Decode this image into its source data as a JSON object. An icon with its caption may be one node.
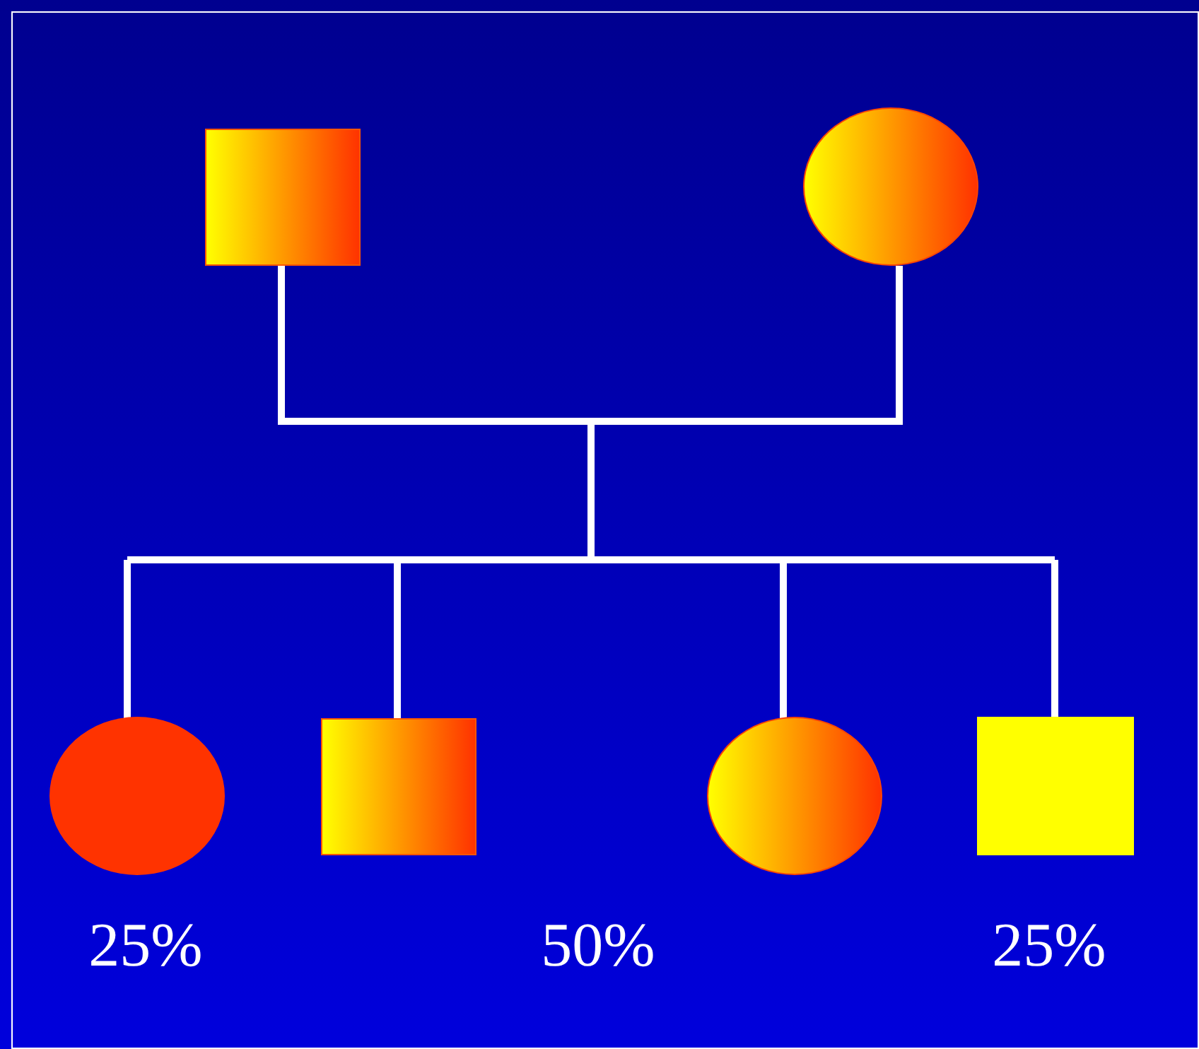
{
  "diagram": {
    "nodes": [
      {
        "text": [],
        "shape": "box"
      },
      {
        "text": [],
        "shape": "circle"
      },
      {
        "text": [],
        "shape": "circle"
      },
      {
        "text": [],
        "shape": "box"
      },
      {
        "text": [],
        "shape": "circle"
      },
      {
        "text": [],
        "shape": "box"
      }
    ],
    "edges": [
      {
        "from": 0,
        "to": 2,
        "arrow": "none"
      },
      {
        "from": 0,
        "to": 3,
        "arrow": "none"
      },
      {
        "from": 0,
        "to": 4,
        "arrow": "none"
      },
      {
        "from": 0,
        "to": 5,
        "arrow": "none"
      },
      {
        "from": 1,
        "to": 2,
        "arrow": "none"
      },
      {
        "from": 1,
        "to": 3,
        "arrow": "none"
      },
      {
        "from": 1,
        "to": 4,
        "arrow": "none"
      },
      {
        "from": 1,
        "to": 5,
        "arrow": "none"
      }
    ],
    "labels": [
      "25%",
      "50%",
      "25%"
    ]
  }
}
